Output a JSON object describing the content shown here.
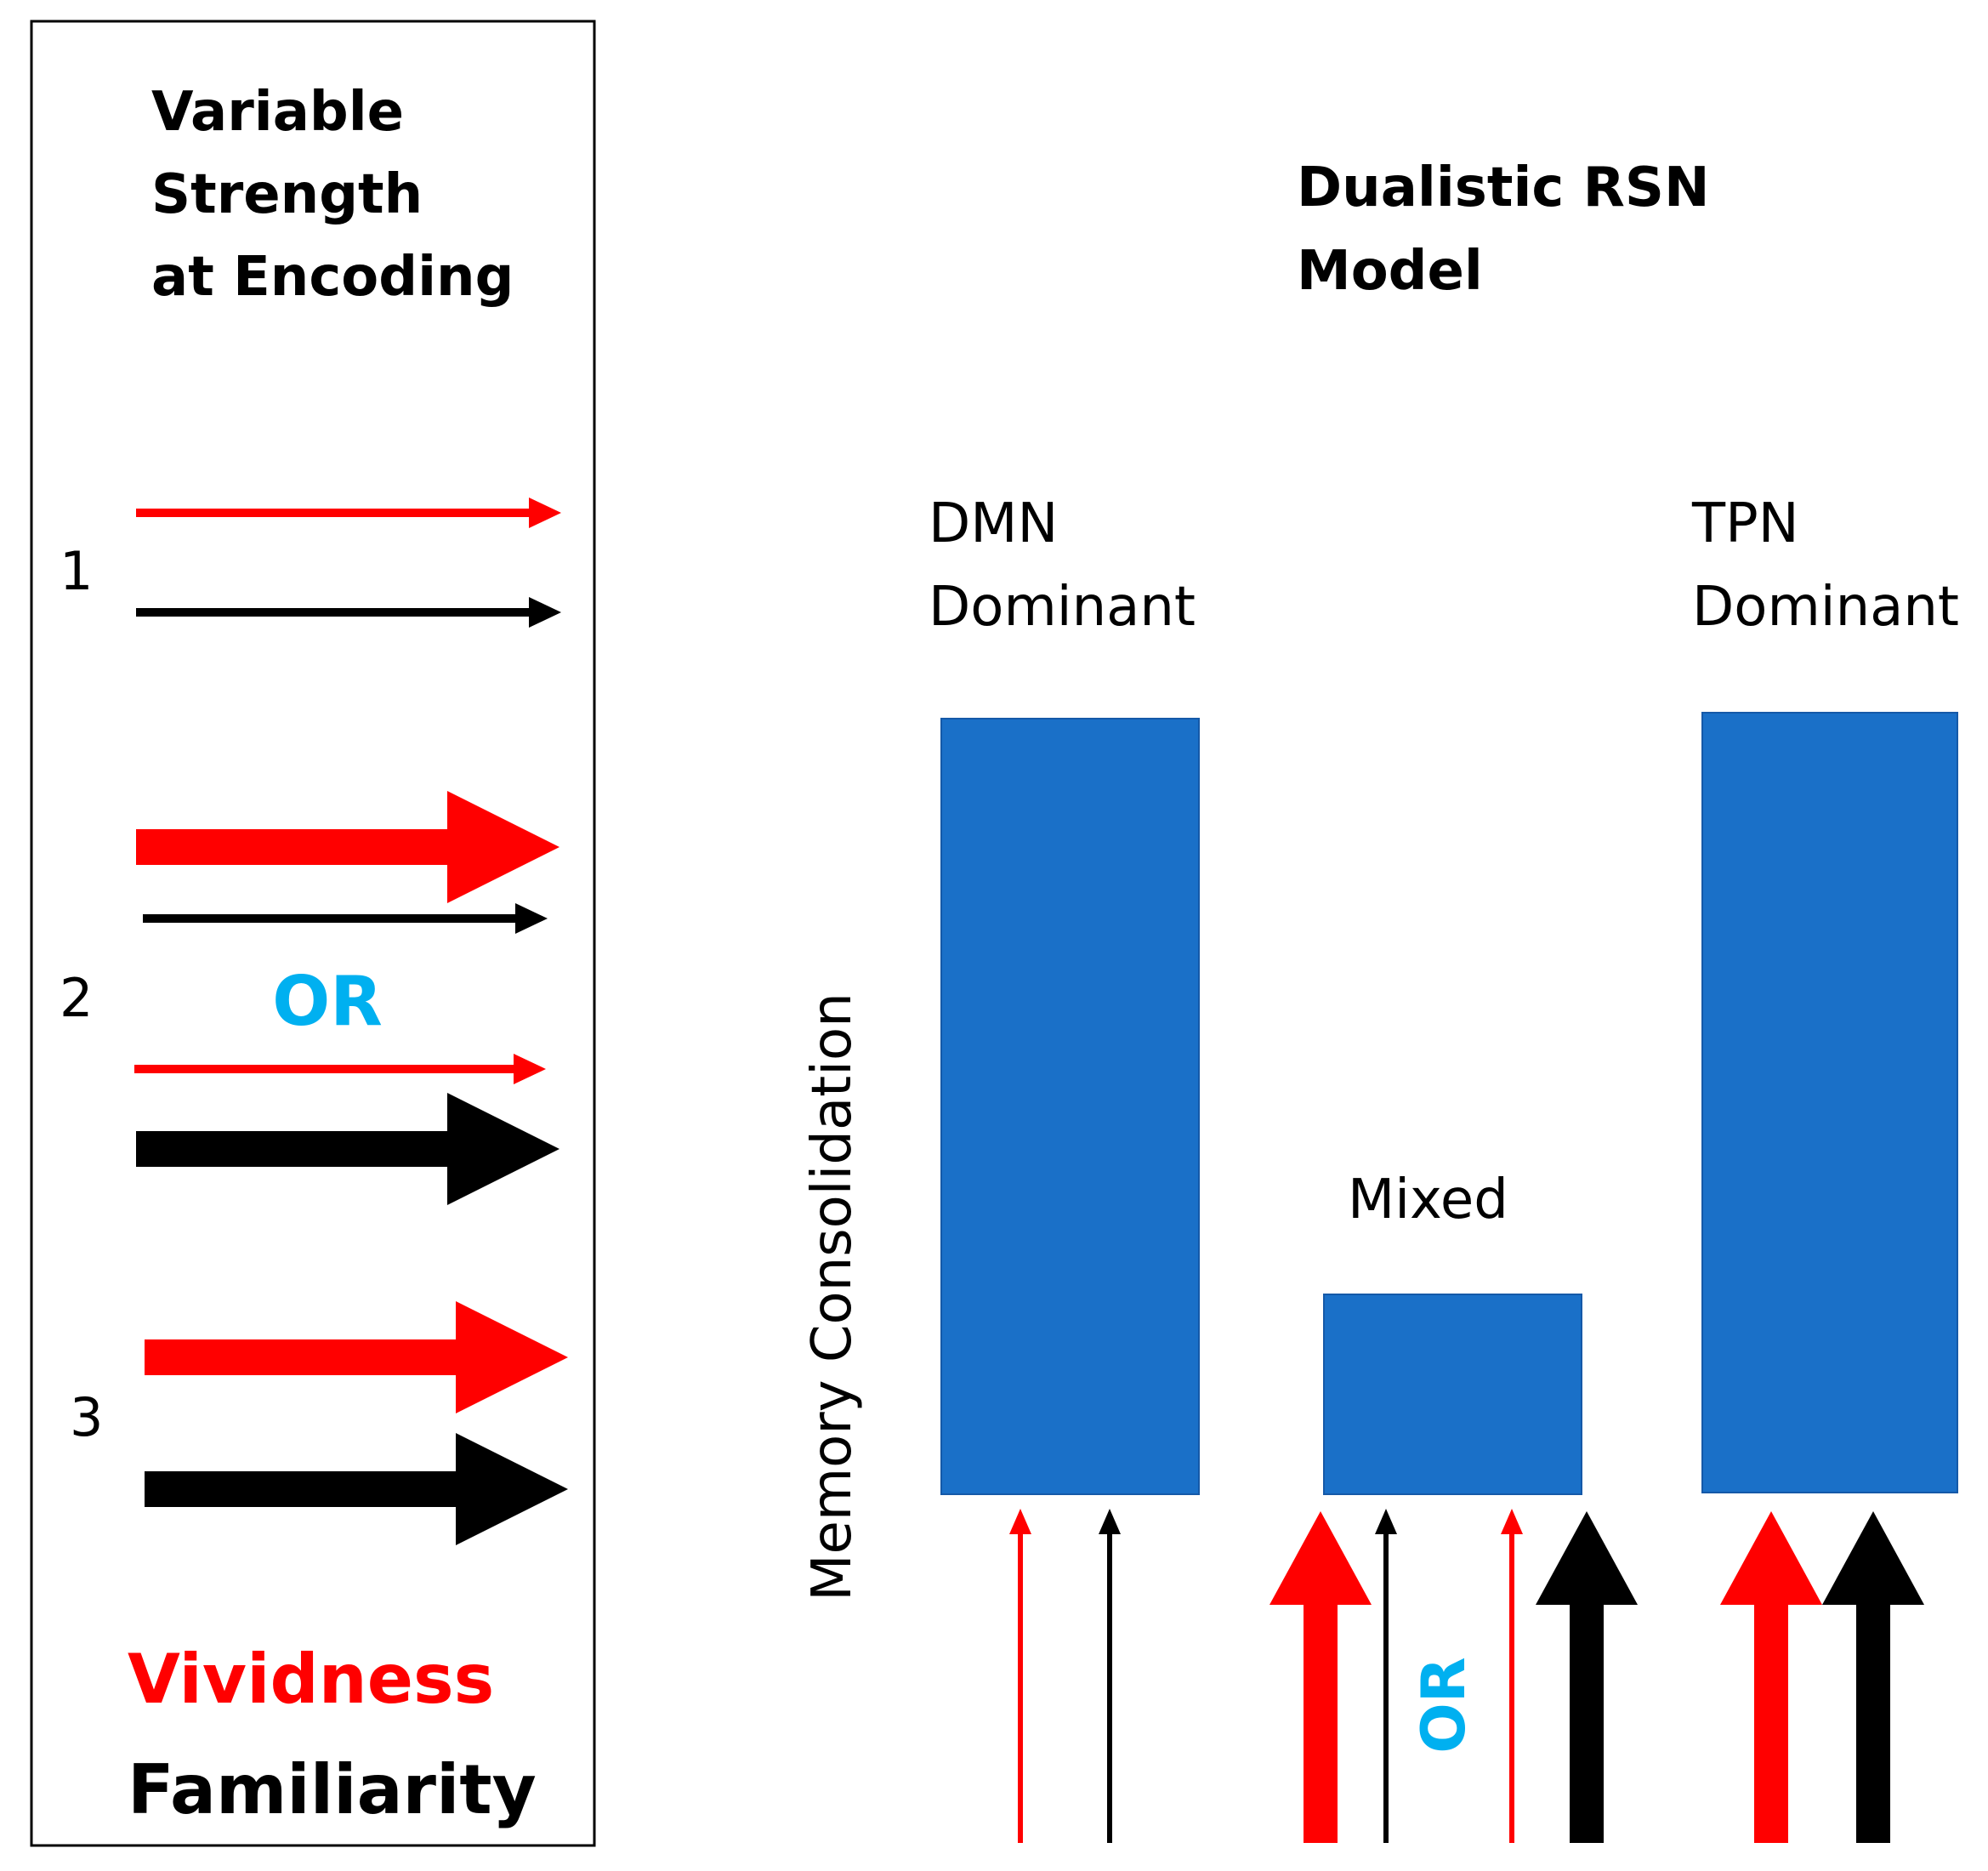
{
  "legend": {
    "title_lines": [
      "Variable",
      "Strength",
      "at Encoding"
    ],
    "rows": [
      {
        "number": "1"
      },
      {
        "number": "2",
        "or_label": "OR"
      },
      {
        "number": "3"
      }
    ],
    "key_vividness": "Vividness",
    "key_familiarity": "Familiarity"
  },
  "model": {
    "title_lines": [
      "Dualistic RSN",
      "Model"
    ],
    "y_axis_label": "Memory Consolidation",
    "bars": [
      {
        "label_lines": [
          "DMN",
          "Dominant"
        ],
        "level": "high"
      },
      {
        "label_lines": [
          "Mixed"
        ],
        "level": "low"
      },
      {
        "label_lines": [
          "TPN",
          "Dominant"
        ],
        "level": "high"
      }
    ],
    "or_label": "OR"
  },
  "colors": {
    "vividness": "#ff0000",
    "familiarity": "#000000",
    "bar": "#1a70c8",
    "or": "#00b0f0",
    "frame": "#000000"
  }
}
